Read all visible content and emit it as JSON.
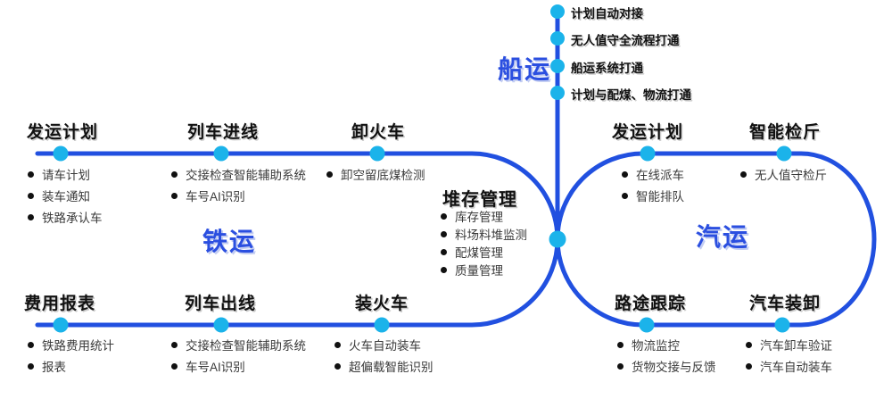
{
  "colors": {
    "loop_line": "#2150e0",
    "node_dot": "#1bb3ea",
    "big_label_blue": "#2b4fe0",
    "title_text": "#111111",
    "item_text": "#3a3a3a"
  },
  "sections": {
    "ship": {
      "label": "船运",
      "items": [
        "计划自动对接",
        "无人值守全流程打通",
        "船运系统打通",
        "计划与配煤、物流打通"
      ]
    },
    "rail": {
      "label": "铁运"
    },
    "auto": {
      "label": "汽运"
    }
  },
  "storage": {
    "title": "堆存管理",
    "items": [
      "库存管理",
      "料场料堆监测",
      "配煤管理",
      "质量管理"
    ]
  },
  "nodes": [
    {
      "title": "发运计划",
      "items": [
        "请车计划",
        "装车通知",
        "铁路承认车"
      ]
    },
    {
      "title": "列车进线",
      "items": [
        "交接检查智能辅助系统",
        "车号AI识别"
      ]
    },
    {
      "title": "卸火车",
      "items": [
        "卸空留底煤检测"
      ]
    },
    {
      "title": "发运计划",
      "items": [
        "在线派车",
        "智能排队"
      ]
    },
    {
      "title": "智能检斤",
      "items": [
        "无人值守检斤"
      ]
    },
    {
      "title": "费用报表",
      "items": [
        "铁路费用统计",
        "报表"
      ]
    },
    {
      "title": "列车出线",
      "items": [
        "交接检查智能辅助系统",
        "车号AI识别"
      ]
    },
    {
      "title": "装火车",
      "items": [
        "火车自动装车",
        "超偏载智能识别"
      ]
    },
    {
      "title": "路途跟踪",
      "items": [
        "物流监控",
        "货物交接与反馈"
      ]
    },
    {
      "title": "汽车装卸",
      "items": [
        "汽车卸车验证",
        "汽车自动装车"
      ]
    }
  ]
}
